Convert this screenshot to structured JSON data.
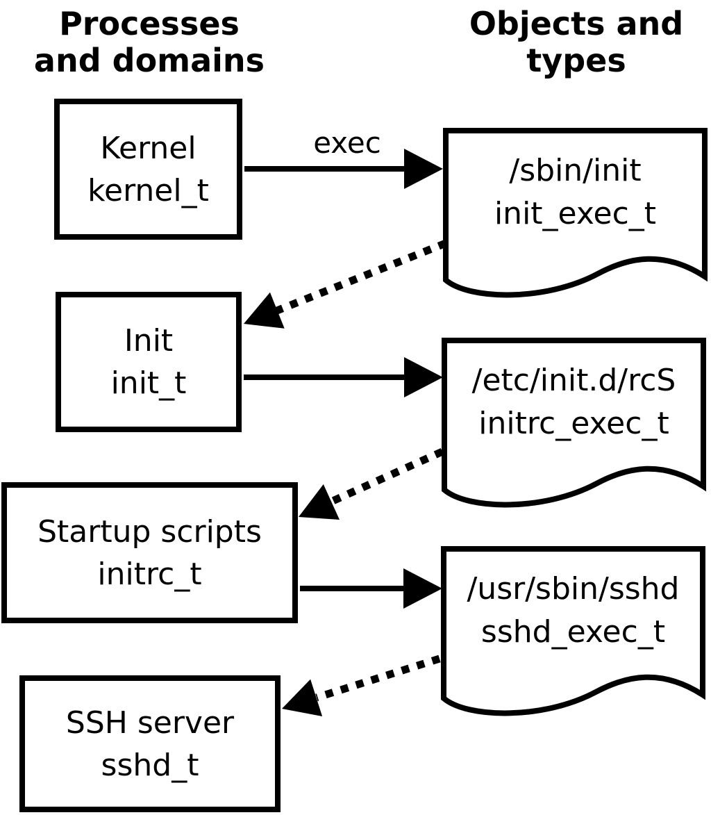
{
  "colors": {
    "ink": "#000000",
    "background": "#ffffff"
  },
  "headers": {
    "left": {
      "line1": "Processes",
      "line2": "and domains"
    },
    "right": {
      "line1": "Objects and",
      "line2": "types"
    }
  },
  "boxes": [
    {
      "name": "Kernel",
      "type": "kernel_t"
    },
    {
      "name": "Init",
      "type": "init_t"
    },
    {
      "name": "Startup scripts",
      "type": "initrc_t"
    },
    {
      "name": "SSH server",
      "type": "sshd_t"
    }
  ],
  "documents": [
    {
      "path": "/sbin/init",
      "type": "init_exec_t"
    },
    {
      "path": "/etc/init.d/rcS",
      "type": "initrc_exec_t"
    },
    {
      "path": "/usr/sbin/sshd",
      "type": "sshd_exec_t"
    }
  ],
  "arrows": {
    "exec_label": "exec"
  }
}
